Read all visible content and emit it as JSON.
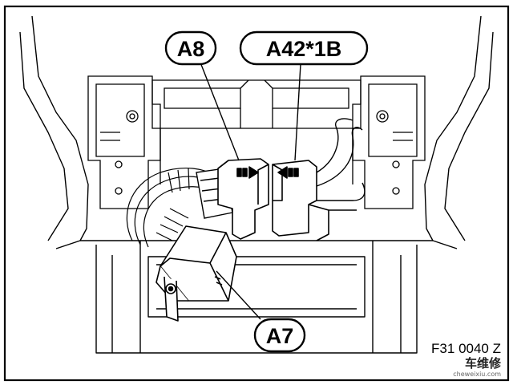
{
  "diagram": {
    "callouts": [
      {
        "id": "A8",
        "label": "A8"
      },
      {
        "id": "A42",
        "label": "A42*1B"
      },
      {
        "id": "A7",
        "label": "A7"
      }
    ],
    "figure_code": "F31 0040 Z",
    "watermark": {
      "brand": "车维修",
      "url": "cheweixiu.com"
    }
  },
  "colors": {
    "line": "#000000",
    "paper": "#ffffff",
    "light_line": "#555555"
  }
}
